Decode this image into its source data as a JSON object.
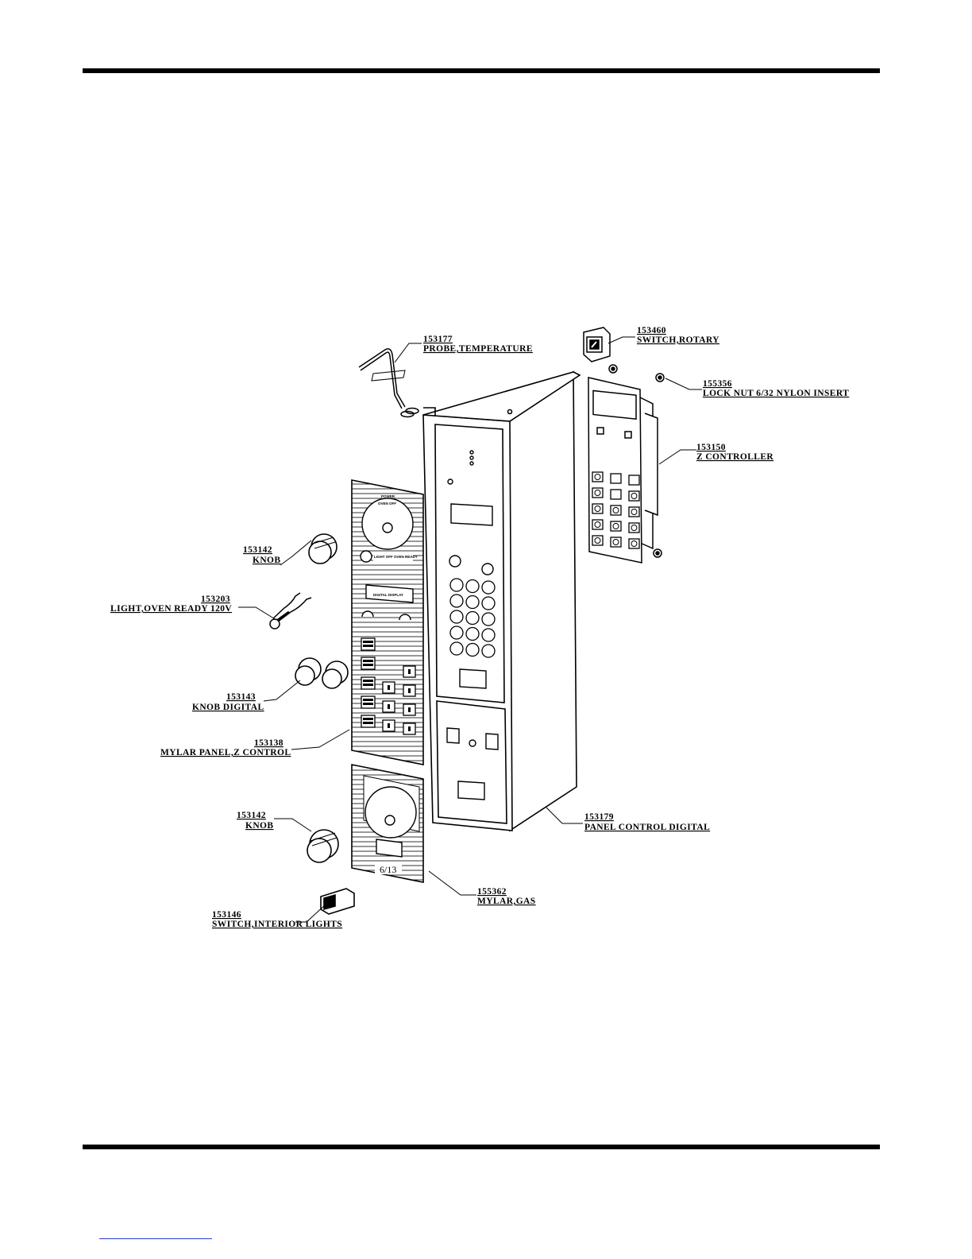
{
  "colors": {
    "line": "#000000",
    "footer_link": "#2a3fd8"
  },
  "callouts": {
    "probe": {
      "part": "153177",
      "desc": "PROBE,TEMPERATURE"
    },
    "switch_rotary": {
      "part": "153460",
      "desc": "SWITCH,ROTARY"
    },
    "lock_nut": {
      "part": "155356",
      "desc": "LOCK NUT 6/32 NYLON INSERT"
    },
    "z_controller": {
      "part": "153150",
      "desc": "Z CONTROLLER"
    },
    "knob_top": {
      "part": "153142",
      "desc": "KNOB"
    },
    "light_oven": {
      "part": "153203",
      "desc": "LIGHT,OVEN READY 120V"
    },
    "knob_digital": {
      "part": "153143",
      "desc": "KNOB DIGITAL"
    },
    "mylar_panel": {
      "part": "153138",
      "desc": "MYLAR PANEL,Z CONTROL"
    },
    "panel_control": {
      "part": "153179",
      "desc": "PANEL CONTROL DIGITAL"
    },
    "knob_bottom": {
      "part": "153142",
      "desc": "KNOB"
    },
    "mylar_gas": {
      "part": "155362",
      "desc": "MYLAR,GAS"
    },
    "switch_interior": {
      "part": "153146",
      "desc": "SWITCH,INTERIOR LIGHTS"
    }
  },
  "mylar_text": {
    "top_dial_title": "POWER",
    "top_dial_sub": "OVEN OFF",
    "light_label": "LIGHT OFF OVEN READY",
    "display_label": "DIGITAL DISPLAY",
    "panel_code": "6/13"
  }
}
